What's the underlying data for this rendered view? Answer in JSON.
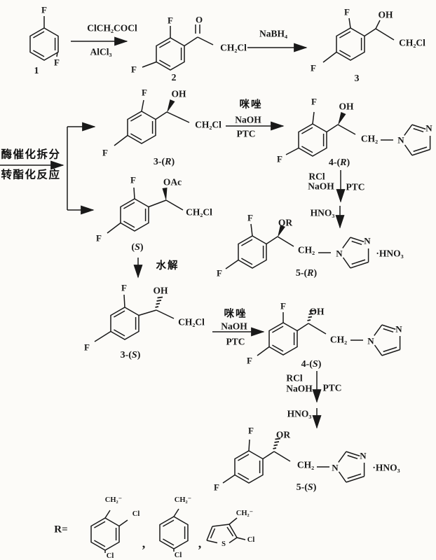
{
  "row1": {
    "c1": {
      "f_top": "F",
      "f_bottom": "F",
      "num": "1"
    },
    "step1": {
      "above": "ClCH₂COCl",
      "below": "AlCl₃"
    },
    "c2": {
      "f_top": "F",
      "carbonyl_o": "O",
      "chain": "CH₂Cl",
      "f_bottom": "F",
      "num": "2"
    },
    "step2": {
      "above": "NaBH₄"
    },
    "c3": {
      "f_top": "F",
      "hydroxyl": "OH",
      "chain": "CH₂Cl",
      "f_bottom": "F",
      "num": "3"
    }
  },
  "resolution": {
    "line1": "酶催化拆分",
    "line2": "转酯化反应"
  },
  "branch_r": {
    "c3r": {
      "f_top": "F",
      "hydroxyl": "OH",
      "chain": "CH₂Cl",
      "f_bottom": "F",
      "label_prefix": "3-(",
      "label_stereo": "R",
      "label_suffix": ")"
    },
    "to4r": {
      "reagent1": "咪唑",
      "reagent2": "NaOH",
      "reagent3": "PTC"
    },
    "c4r": {
      "f_top": "F",
      "hydroxyl": "OH",
      "ch2": "CH₂",
      "n1": "N",
      "n3": "N",
      "f_bottom": "F",
      "label_prefix": "4-(",
      "label_stereo": "R",
      "label_suffix": ")"
    },
    "to5r": {
      "reagent1": "RCl",
      "reagent2": "NaOH",
      "reagent3": "PTC",
      "reagent4": "HNO₃"
    },
    "c5r": {
      "f_top": "F",
      "ether": "OR",
      "ch2": "CH₂",
      "n1": "N",
      "n3": "N",
      "salt": "·HNO₃",
      "f_bottom": "F",
      "label_prefix": "5-(",
      "label_stereo": "R",
      "label_suffix": ")"
    }
  },
  "branch_s": {
    "cs": {
      "f_top": "F",
      "ester": "OAc",
      "chain": "CH₂Cl",
      "f_bottom": "F",
      "label_prefix": "(",
      "label_stereo": "S",
      "label_suffix": ")"
    },
    "hydrolysis": {
      "reagent": "水解"
    },
    "c3s": {
      "f_top": "F",
      "hydroxyl": "OH",
      "chain": "CH₂Cl",
      "f_bottom": "F",
      "label_prefix": "3-(",
      "label_stereo": "S",
      "label_suffix": ")"
    },
    "to4s": {
      "reagent1": "咪唑",
      "reagent2": "NaOH",
      "reagent3": "PTC"
    },
    "c4s": {
      "f_top": "F",
      "hydroxyl": "OH",
      "ch2": "CH₂",
      "n1": "N",
      "n3": "N",
      "f_bottom": "F",
      "label_prefix": "4-(",
      "label_stereo": "S",
      "label_suffix": ")"
    },
    "to5s": {
      "reagent1": "RCl",
      "reagent2": "NaOH",
      "reagent3": "PTC",
      "reagent4": "HNO₃"
    },
    "c5s": {
      "f_top": "F",
      "ether": "OR",
      "ch2": "CH₂",
      "n1": "N",
      "n3": "N",
      "salt": "·HNO₃",
      "f_bottom": "F",
      "label_prefix": "5-(",
      "label_stereo": "S",
      "label_suffix": ")"
    }
  },
  "r_groups": {
    "label": "R=",
    "g1": {
      "ch2": "CH₂⁻",
      "cl_ortho": "Cl",
      "cl_para": "Cl"
    },
    "sep1": ",",
    "g2": {
      "ch2": "CH₂⁻",
      "cl_para": "Cl"
    },
    "sep2": ",",
    "g3": {
      "ch2": "CH₂⁻",
      "s": "S",
      "cl": "Cl"
    }
  }
}
